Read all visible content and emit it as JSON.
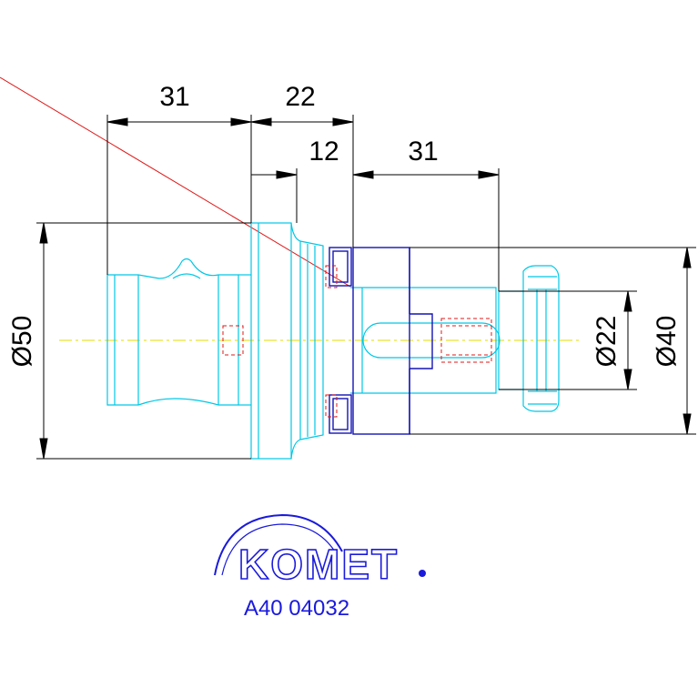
{
  "drawing": {
    "dimensions": {
      "top_left": "31",
      "top_mid": "22",
      "second_left": "12",
      "second_right": "31",
      "dia_left": "Ø50",
      "dia_inner": "Ø22",
      "dia_outer": "Ø40"
    },
    "logo": {
      "brand": "KOMET",
      "part_number": "A40 04032"
    },
    "colors": {
      "outline": "#00c8e6",
      "hidden": "#e01818",
      "adapter": "#1414b4",
      "centerline": "#e6dc00",
      "dimension": "#000000",
      "logo": "#1a1adc"
    }
  }
}
